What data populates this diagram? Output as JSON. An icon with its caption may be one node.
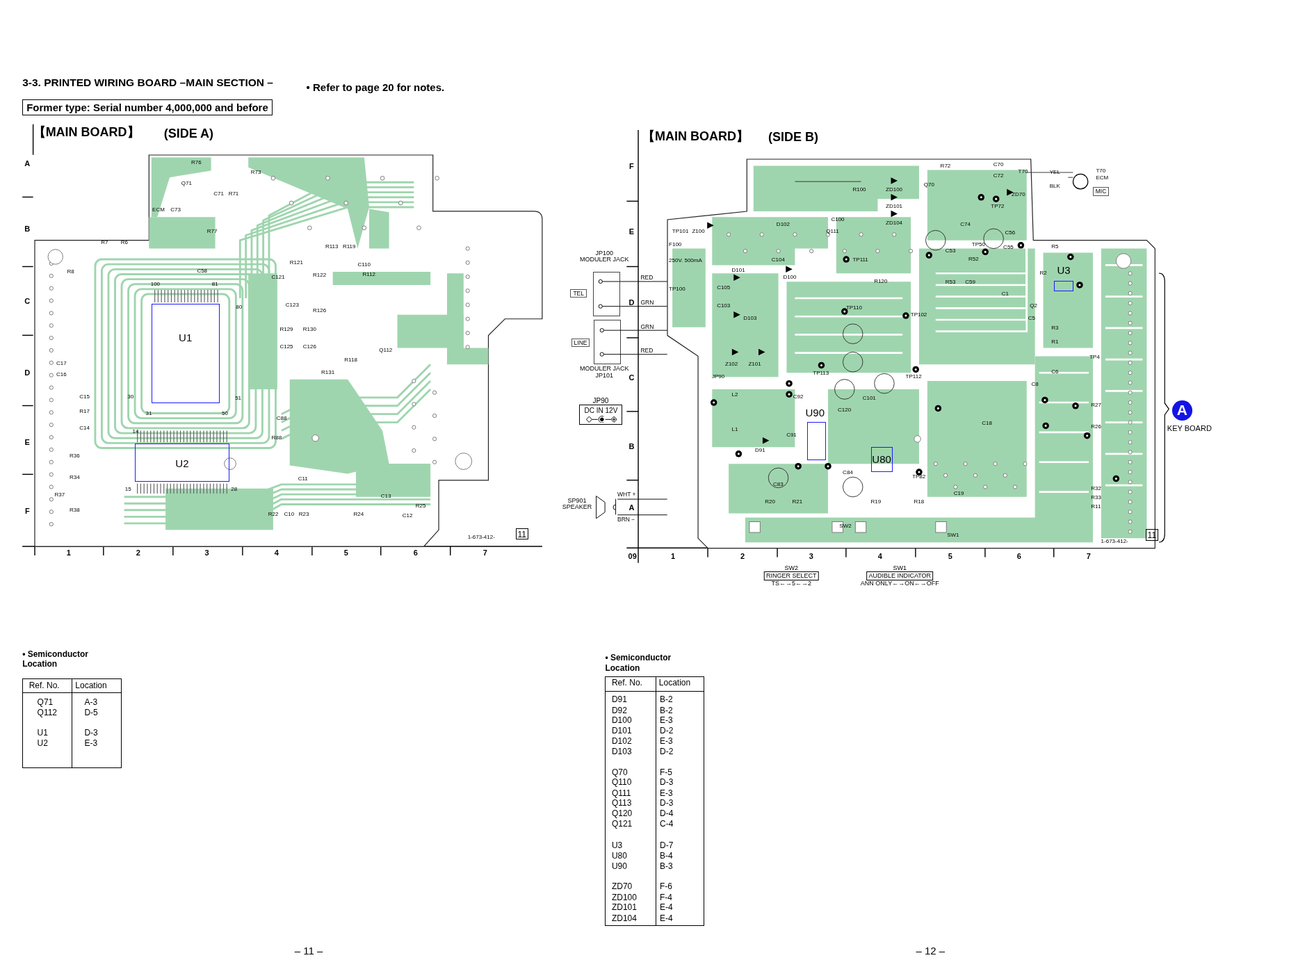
{
  "diagram": {
    "title": "3-3. PRINTED WIRING BOARD –MAIN SECTION –",
    "nodes": [
      {
        "text": [
          "Former type: Serial number 4,000,000 and before"
        ]
      },
      {
        "text": [],
        "shape": "picture"
      },
      {
        "text": [
          "U1"
        ],
        "in": 1
      },
      {
        "text": [
          "U2"
        ],
        "in": 1
      },
      {
        "text": [
          "11"
        ]
      },
      {
        "text": [],
        "shape": "picture"
      },
      {
        "text": [
          "U3"
        ],
        "in": 5
      },
      {
        "text": [
          "U90"
        ],
        "in": 5
      },
      {
        "text": [
          "U80"
        ],
        "in": 5
      },
      {
        "text": [
          "TEL"
        ]
      },
      {
        "text": [],
        "shape": "box",
        "beside": [
          "JP100 MODULER JACK"
        ]
      },
      {
        "text": [
          "LINE"
        ]
      },
      {
        "text": [],
        "shape": "box",
        "beside": [
          "MODULER JACK JP101"
        ]
      },
      {
        "text": [
          "DC IN 12V"
        ],
        "beside": [
          "JP90"
        ]
      },
      {
        "text": [],
        "shape": "picture",
        "beside": [
          "SP901 SPEAKER"
        ]
      },
      {
        "text": [
          "A"
        ],
        "beside": [
          "KEY BOARD"
        ]
      },
      {
        "text": [
          "RINGER SELECT"
        ],
        "beside": [
          "SW2",
          "TS←→5←→2"
        ]
      },
      {
        "text": [
          "AUDIBLE INDICATOR"
        ],
        "beside": [
          "SW1",
          "ANN ONLY←→ON←→OFF"
        ]
      },
      {
        "text": [
          "MIC"
        ]
      },
      {
        "text": [
          "11"
        ]
      }
    ],
    "edges": [
      {
        "from": 10,
        "to": 5,
        "arrow": "none",
        "label": "RED"
      },
      {
        "from": 10,
        "to": 5,
        "arrow": "none",
        "label": "GRN"
      },
      {
        "from": 12,
        "to": 5,
        "arrow": "none",
        "label": "GRN"
      },
      {
        "from": 12,
        "to": 5,
        "arrow": "none",
        "label": "RED"
      },
      {
        "from": 14,
        "to": 5,
        "arrow": "none",
        "label": "WHT +"
      },
      {
        "from": 14,
        "to": 5,
        "arrow": "none",
        "label": "BRN −"
      }
    ],
    "labels": [
      "• Refer to page 20 for notes.",
      "【MAIN BOARD】",
      "(SIDE A)",
      "【MAIN BOARD】",
      "(SIDE B)",
      "A",
      "B",
      "C",
      "D",
      "E",
      "F",
      "1",
      "2",
      "3",
      "4",
      "5",
      "6",
      "7",
      "F",
      "E",
      "D",
      "C",
      "B",
      "A",
      "09",
      "1",
      "2",
      "3",
      "4",
      "5",
      "6",
      "7",
      "R76",
      "Q71",
      "R73",
      "C71",
      "R71",
      "ECM",
      "C73",
      "R77",
      "R7",
      "R6",
      "R8",
      "C58",
      "100",
      "81",
      "80",
      "R113",
      "R119",
      "C110",
      "R112",
      "R121",
      "C121",
      "R122",
      "C123",
      "R126",
      "R129",
      "R130",
      "C125",
      "C126",
      "R118",
      "Q112",
      "R131",
      "30",
      "31",
      "50",
      "51",
      "14",
      "15",
      "28",
      "C88",
      "R88",
      "C11",
      "C13",
      "R22",
      "C10",
      "R23",
      "R24",
      "C12",
      "R25",
      "R36",
      "R34",
      "R37",
      "R38",
      "C17",
      "C16",
      "C15",
      "R17",
      "C14",
      "1-673-412-",
      "F100",
      "250V. 500mA",
      "TP100",
      "TP101",
      "Z100",
      "D102",
      "C100",
      "Q111",
      "R100",
      "ZD100",
      "ZD101",
      "ZD104",
      "R72",
      "C70",
      "C72",
      "Q70",
      "ZD70",
      "TP72",
      "C74",
      "T70",
      "YEL",
      "BLK",
      "T70",
      "ECM",
      "C56",
      "TP50",
      "C55",
      "R52",
      "C53",
      "R5",
      "R2",
      "C1",
      "R53",
      "C59",
      "D101",
      "C104",
      "D100",
      "C105",
      "C103",
      "D103",
      "TP111",
      "R120",
      "TP110",
      "TP102",
      "TP112",
      "Z102",
      "Z101",
      "JP90",
      "L2",
      "L1",
      "D91",
      "C92",
      "TP113",
      "C91",
      "C83",
      "R20",
      "R21",
      "SW2",
      "R19",
      "R18",
      "SW1",
      "C84",
      "TP82",
      "C19",
      "C18",
      "C120",
      "C101",
      "C5",
      "Q2",
      "R3",
      "R1",
      "C6",
      "C8",
      "TP4",
      "R27",
      "R26",
      "R32",
      "R33",
      "R11",
      "1-673-412-",
      "• Semiconductor Location",
      "Ref. No.",
      "Location",
      "Q71",
      "A-3",
      "Q112",
      "D-5",
      "U1",
      "D-3",
      "U2",
      "E-3",
      "• Semiconductor Location",
      "Ref. No.",
      "Location",
      "D91",
      "B-2",
      "D92",
      "B-2",
      "D100",
      "E-3",
      "D101",
      "D-2",
      "D102",
      "E-3",
      "D103",
      "D-2",
      "Q70",
      "F-5",
      "Q110",
      "D-3",
      "Q111",
      "E-3",
      "Q113",
      "D-3",
      "Q120",
      "D-4",
      "Q121",
      "C-4",
      "U3",
      "D-7",
      "U80",
      "B-4",
      "U90",
      "B-3",
      "ZD70",
      "F-6",
      "ZD100",
      "F-4",
      "ZD101",
      "E-4",
      "ZD104",
      "E-4",
      "– 11 –",
      "– 12 –"
    ]
  }
}
